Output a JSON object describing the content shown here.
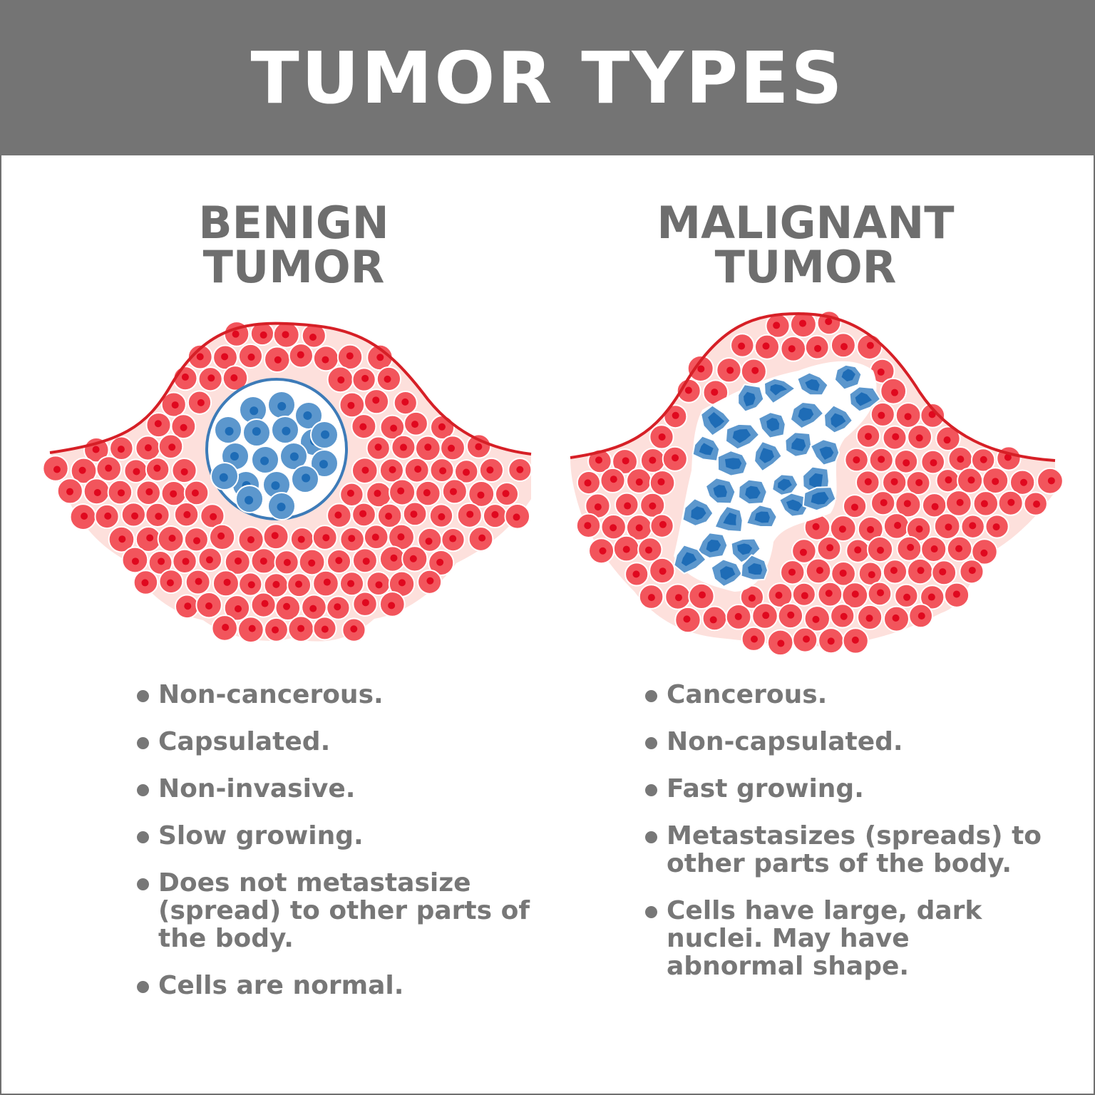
{
  "header": {
    "title": "TUMOR TYPES"
  },
  "benign": {
    "title_line1": "BENIGN",
    "title_line2": "TUMOR",
    "facts": [
      "Non-cancerous.",
      "Capsulated.",
      "Non-invasive.",
      "Slow growing.",
      "Does not metastasize (spread) to other parts of the body.",
      "Cells are normal."
    ]
  },
  "malignant": {
    "title_line1": "MALIGNANT",
    "title_line2": "TUMOR",
    "facts": [
      "Cancerous.",
      "Non-capsulated.",
      "Fast growing.",
      "Metastasizes (spreads) to other parts of the body.",
      "Cells have large, dark nuclei. May have abnormal shape."
    ]
  },
  "colors": {
    "header_bg": "#747474",
    "title_text": "#6e6e6e",
    "list_text": "#777777",
    "tissue": "#fde0dc",
    "normal_cell": "#f2555c",
    "normal_nucleus": "#e0081e",
    "membrane": "#d61f26",
    "tumor_cell": "#5c97cd",
    "tumor_nucleus": "#1e6cb6"
  }
}
